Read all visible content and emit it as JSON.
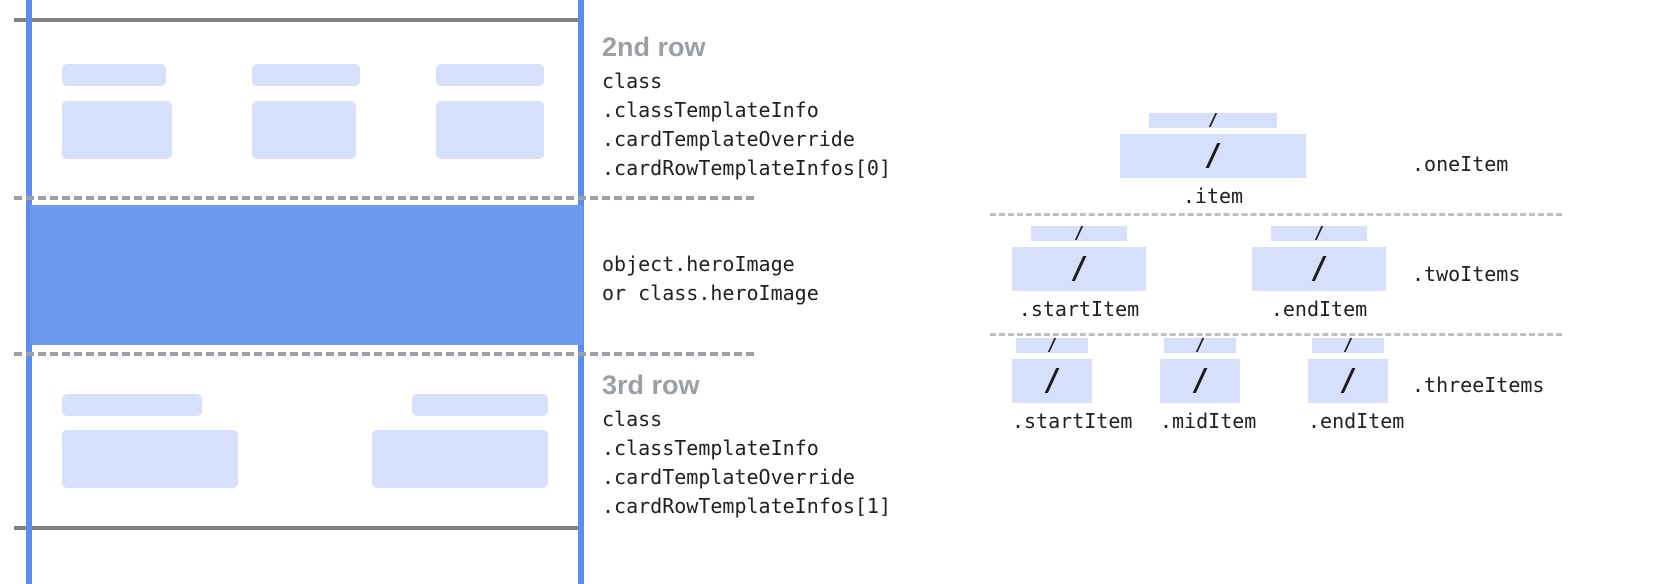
{
  "colors": {
    "hero_blue": "#6b9aef",
    "guide_blue": "#5b8def",
    "bar_light": "#d7e0fa",
    "rule_gray": "#808183",
    "dash_gray": "#9aa0a6",
    "title_gray": "#9aa0a6",
    "code_black": "#202124"
  },
  "card_template": {
    "second_row": {
      "title": "2nd row",
      "code_lines": [
        "class",
        ".classTemplateInfo",
        ".cardTemplateOverride",
        ".cardRowTemplateInfos[0]"
      ],
      "columns": 3
    },
    "hero": {
      "code_lines": [
        "object.heroImage",
        "or class.heroImage"
      ]
    },
    "third_row": {
      "title": "3rd row",
      "code_lines": [
        "class",
        ".classTemplateInfo",
        ".cardTemplateOverride",
        ".cardRowTemplateInfos[1]"
      ],
      "columns": 2
    }
  },
  "item_layouts": [
    {
      "row_label": ".oneItem",
      "slash": "/",
      "units": [
        {
          "caption": ".item"
        }
      ]
    },
    {
      "row_label": ".twoItems",
      "slash": "/",
      "units": [
        {
          "caption": ".startItem"
        },
        {
          "caption": ".endItem"
        }
      ]
    },
    {
      "row_label": ".threeItems",
      "slash": "/",
      "units": [
        {
          "caption": ".startItem"
        },
        {
          "caption": ".midItem"
        },
        {
          "caption": ".endItem"
        }
      ]
    }
  ]
}
